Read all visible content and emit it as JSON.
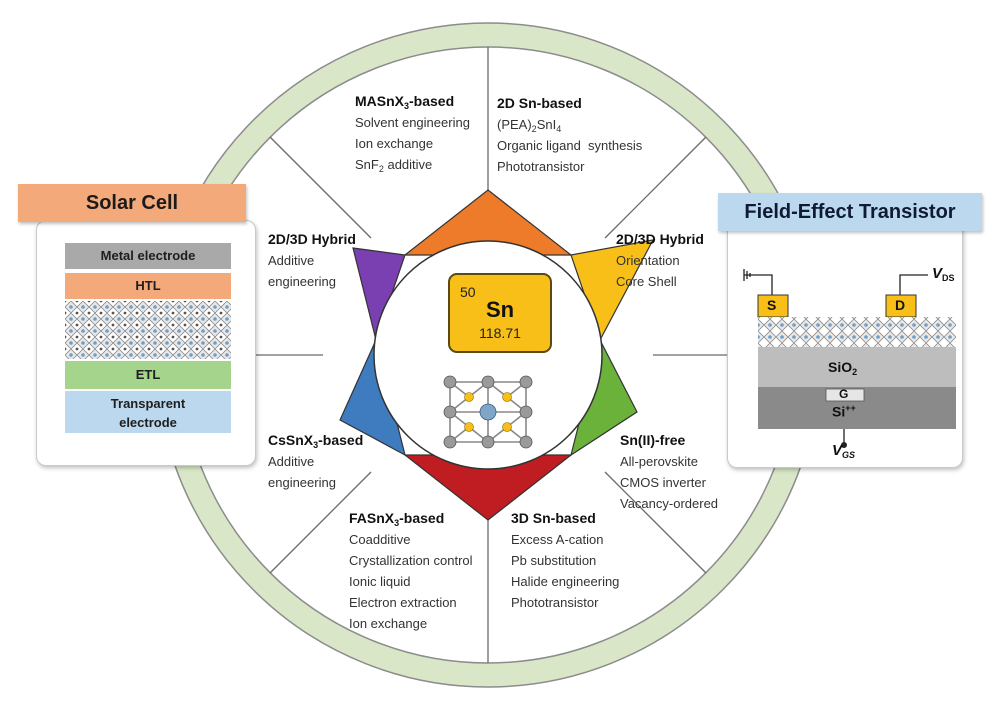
{
  "center": {
    "element": {
      "number": "50",
      "symbol": "Sn",
      "mass": "118.71"
    }
  },
  "segments": [
    {
      "title_main": "MASnX",
      "title_sub": "3",
      "title_tail": "-based",
      "items": [
        "Solvent engineering",
        "Ion exchange"
      ],
      "item_sub_main": "SnF",
      "item_sub_sub": "2",
      "item_sub_tail": " additive"
    },
    {
      "title": "2D Sn-based",
      "formula_main": "(PEA)",
      "formula_sub1": "2",
      "formula_mid": "SnI",
      "formula_sub2": "4",
      "items": [
        "Organic ligand  synthesis",
        "Phototransistor"
      ]
    },
    {
      "title": "2D/3D Hybrid",
      "items": [
        "Orientation",
        "Core Shell"
      ]
    },
    {
      "title": "Sn(II)-free",
      "items": [
        "All-perovskite",
        "CMOS inverter",
        "Vacancy-ordered"
      ]
    },
    {
      "title": "3D Sn-based",
      "items": [
        "Excess A-cation",
        "Pb substitution",
        "Halide engineering",
        "Phototransistor"
      ]
    },
    {
      "title_main": "FASnX",
      "title_sub": "3",
      "title_tail": "-based",
      "items": [
        "Coadditive",
        "Crystallization control",
        "Ionic liquid",
        "Electron extraction",
        "Ion exchange"
      ]
    },
    {
      "title_main": "CsSnX",
      "title_sub": "3",
      "title_tail": "-based",
      "items": [
        "Additive",
        "engineering"
      ]
    },
    {
      "title": "2D/3D Hybrid",
      "items": [
        "Additive",
        "engineering"
      ]
    }
  ],
  "solar_cell": {
    "title": "Solar Cell",
    "layers": {
      "metal": "Metal electrode",
      "htl": "HTL",
      "etl": "ETL",
      "te1": "Transparent",
      "te2": "electrode"
    }
  },
  "fet": {
    "title": "Field-Effect Transistor",
    "source": "S",
    "drain": "D",
    "vds_main": "V",
    "vds_sub": "DS",
    "oxide_main": "SiO",
    "oxide_sub": "2",
    "gate": "G",
    "si_main": "Si",
    "si_sup": "++",
    "vgs_main": "V",
    "vgs_sub": "GS"
  },
  "colors": {
    "ring": "#d9e7c8",
    "star": [
      "#ed7b2a",
      "#f7bf17",
      "#f7bf17",
      "#6ab23a",
      "#c01d22",
      "#c01d22",
      "#3f7bbf",
      "#7a3fb0"
    ],
    "solar_title_bg": "#f4a97b",
    "fet_title_bg": "#bcd8ef",
    "element_tile": "#f7bf17"
  }
}
